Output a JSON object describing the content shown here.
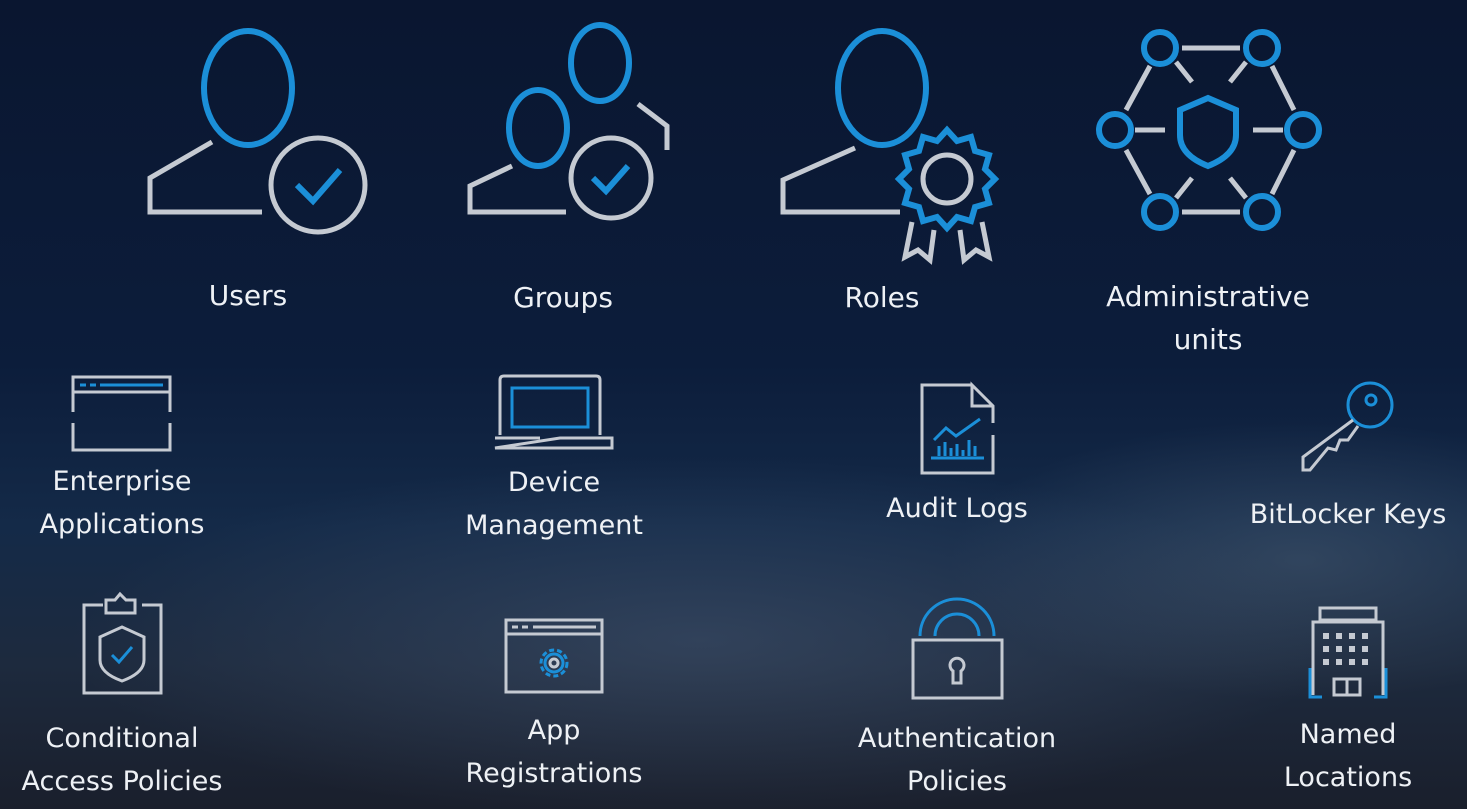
{
  "colors": {
    "accent": "#1b8fd8",
    "icon_gray": "#c5cad2",
    "background": "#0c1d3b"
  },
  "tiles": [
    {
      "icon": "users-icon",
      "lines": [
        "Users"
      ]
    },
    {
      "icon": "groups-icon",
      "lines": [
        "Groups"
      ]
    },
    {
      "icon": "roles-icon",
      "lines": [
        "Roles"
      ]
    },
    {
      "icon": "administrative-units-icon",
      "lines": [
        "Administrative",
        "units"
      ]
    },
    {
      "icon": "enterprise-applications-icon",
      "lines": [
        "Enterprise",
        "Applications"
      ]
    },
    {
      "icon": "device-management-icon",
      "lines": [
        "Device",
        "Management"
      ]
    },
    {
      "icon": "audit-logs-icon",
      "lines": [
        "Audit Logs"
      ]
    },
    {
      "icon": "bitlocker-key-icon",
      "lines": [
        "BitLocker Keys"
      ]
    },
    {
      "icon": "conditional-access-icon",
      "lines": [
        "Conditional",
        "Access Policies"
      ]
    },
    {
      "icon": "app-registrations-icon",
      "lines": [
        "App",
        "Registrations"
      ]
    },
    {
      "icon": "authentication-policies-icon",
      "lines": [
        "Authentication",
        "Policies"
      ]
    },
    {
      "icon": "named-locations-icon",
      "lines": [
        "Named",
        "Locations"
      ]
    }
  ]
}
